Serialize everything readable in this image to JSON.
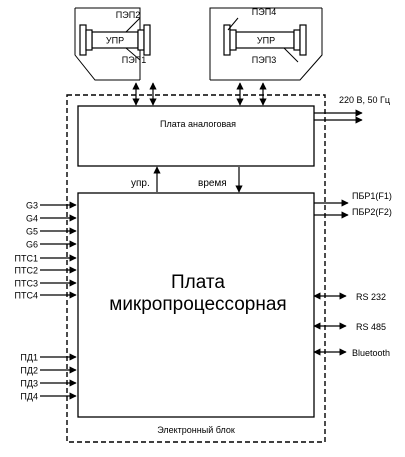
{
  "sensors": {
    "left": {
      "top_label": "ПЭП2",
      "bottom_label": "ПЭП1",
      "body_label": "УПР"
    },
    "right": {
      "top_label": "ПЭП4",
      "bottom_label": "ПЭП3",
      "body_label": "УПР"
    }
  },
  "analog_board": {
    "title": "Плата аналоговая"
  },
  "power_label": "220 В, 50 Гц",
  "links": {
    "control_label": "упр.",
    "time_label": "время"
  },
  "mcu_board": {
    "title_line1": "Плата",
    "title_line2": "микропроцессорная"
  },
  "left_inputs": [
    "G3",
    "G4",
    "G5",
    "G6",
    "ПТС1",
    "ПТС2",
    "ПТС3",
    "ПТС4"
  ],
  "pd_inputs": [
    "ПД1",
    "ПД2",
    "ПД3",
    "ПД4"
  ],
  "right_outputs": [
    "ПБР1(F1)",
    "ПБР2(F2)"
  ],
  "interfaces": [
    "RS 232",
    "RS 485",
    "Bluetooth"
  ],
  "enclosure_label": "Электронный блок"
}
